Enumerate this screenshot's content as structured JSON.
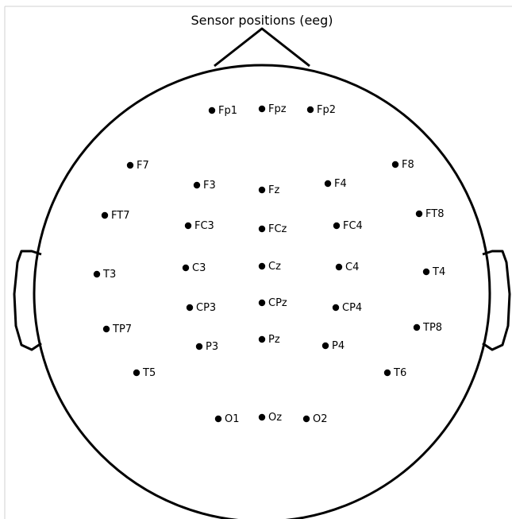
{
  "title": "Sensor positions (eeg)",
  "colors": {
    "background": "#ffffff",
    "outline": "#000000",
    "sensor": "#000000",
    "frame": "#d0d0d0"
  },
  "head_shape_icons": [
    "head-outline",
    "nose",
    "left-ear",
    "right-ear"
  ],
  "sensors": [
    {
      "name": "Fp1"
    },
    {
      "name": "Fpz"
    },
    {
      "name": "Fp2"
    },
    {
      "name": "F7"
    },
    {
      "name": "F3"
    },
    {
      "name": "Fz"
    },
    {
      "name": "F4"
    },
    {
      "name": "F8"
    },
    {
      "name": "FT7"
    },
    {
      "name": "FC3"
    },
    {
      "name": "FCz"
    },
    {
      "name": "FC4"
    },
    {
      "name": "FT8"
    },
    {
      "name": "T3"
    },
    {
      "name": "C3"
    },
    {
      "name": "Cz"
    },
    {
      "name": "C4"
    },
    {
      "name": "T4"
    },
    {
      "name": "TP7"
    },
    {
      "name": "CP3"
    },
    {
      "name": "CPz"
    },
    {
      "name": "CP4"
    },
    {
      "name": "TP8"
    },
    {
      "name": "P3"
    },
    {
      "name": "Pz"
    },
    {
      "name": "P4"
    },
    {
      "name": "T5"
    },
    {
      "name": "T6"
    },
    {
      "name": "O1"
    },
    {
      "name": "Oz"
    },
    {
      "name": "O2"
    }
  ]
}
